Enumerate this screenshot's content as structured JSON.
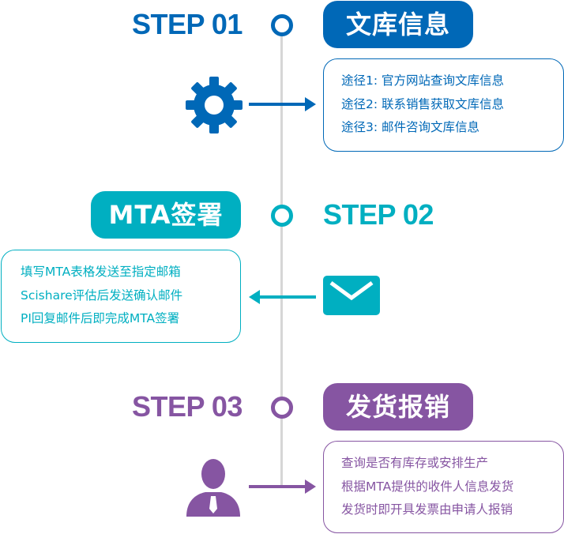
{
  "colors": {
    "step1": "#0068b7",
    "step2": "#00afc1",
    "step3": "#8655a2",
    "timeline": "#d6d6d6"
  },
  "steps": [
    {
      "label": "STEP 01",
      "title": "文库信息",
      "icon": "gear-icon",
      "lines": [
        "途径1:  官方网站查询文库信息",
        "途径2:  联系销售获取文库信息",
        "途径3:  邮件咨询文库信息"
      ]
    },
    {
      "label": "STEP 02",
      "title": "MTA签署",
      "icon": "envelope-icon",
      "lines": [
        "填写MTA表格发送至指定邮箱",
        "Scishare评估后发送确认邮件",
        "PI回复邮件后即完成MTA签署"
      ]
    },
    {
      "label": "STEP 03",
      "title": "发货报销",
      "icon": "person-icon",
      "lines": [
        "查询是否有库存或安排生产",
        "根据MTA提供的收件人信息发货",
        "发货时即开具发票由申请人报销"
      ]
    }
  ]
}
